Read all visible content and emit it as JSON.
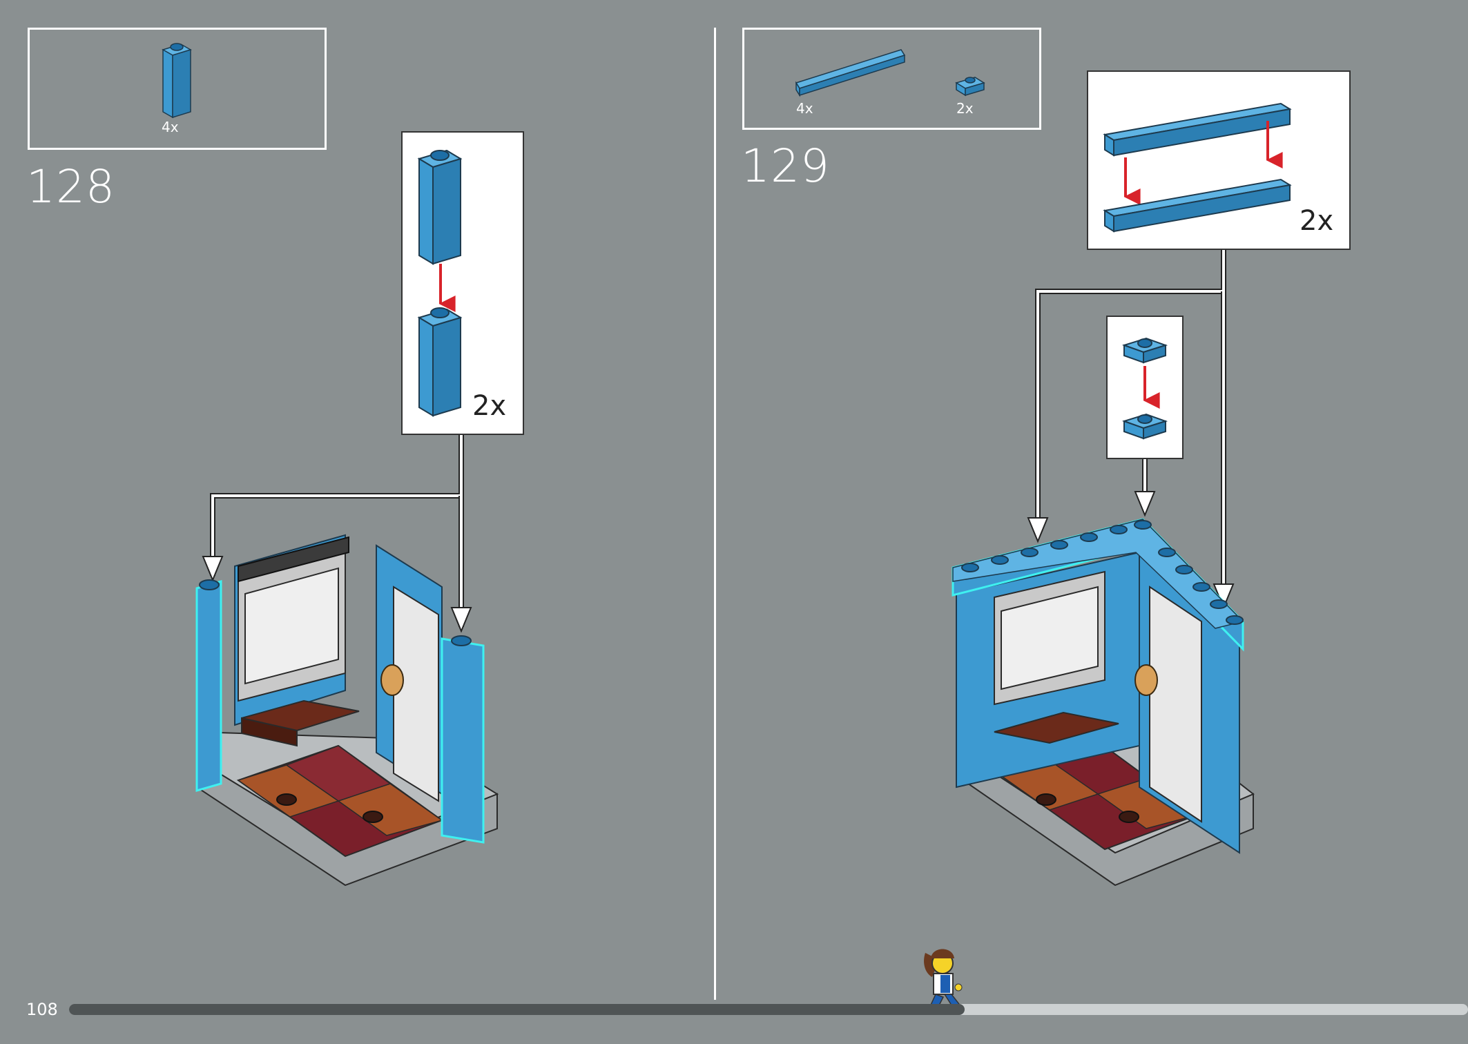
{
  "step128": {
    "number": "128",
    "parts": [
      {
        "quantity": "4x",
        "part": "blue-brick-1x1x3"
      }
    ],
    "callout_multiplier": "2x"
  },
  "step129": {
    "number": "129",
    "parts": [
      {
        "quantity": "4x",
        "part": "blue-plate-1x6"
      },
      {
        "quantity": "2x",
        "part": "blue-plate-1x1"
      }
    ],
    "callout_multiplier": "2x"
  },
  "footer": {
    "page_number": "108",
    "progress": 0.64
  },
  "colors": {
    "background": "#8a9091",
    "brick_blue": "#3d9ad1",
    "highlight_cyan": "#3ff0f0",
    "arrow_red": "#d8232a",
    "progress_dark": "#4f5455",
    "progress_light": "#cdd1d2"
  }
}
